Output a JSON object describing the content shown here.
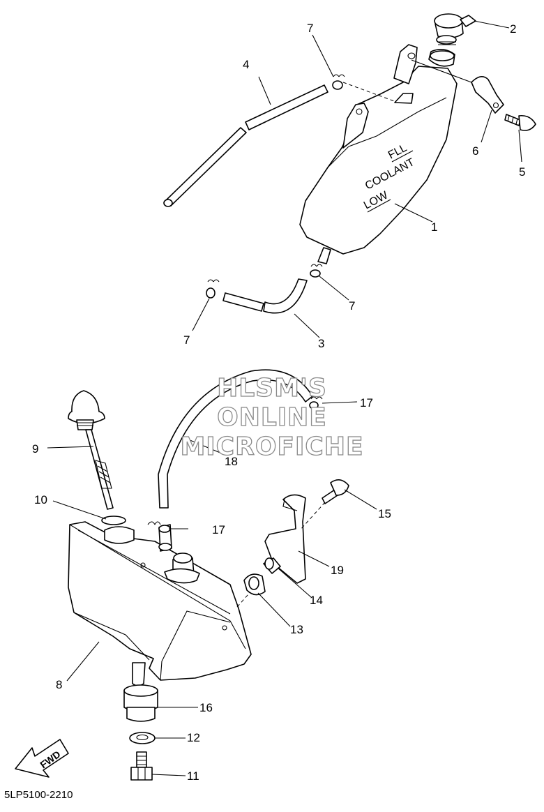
{
  "diagram": {
    "callouts": [
      {
        "id": "c1",
        "label": "1"
      },
      {
        "id": "c2",
        "label": "2"
      },
      {
        "id": "c3",
        "label": "3"
      },
      {
        "id": "c4",
        "label": "4"
      },
      {
        "id": "c5",
        "label": "5"
      },
      {
        "id": "c6",
        "label": "6"
      },
      {
        "id": "c7a",
        "label": "7"
      },
      {
        "id": "c7b",
        "label": "7"
      },
      {
        "id": "c7c",
        "label": "7"
      },
      {
        "id": "c8",
        "label": "8"
      },
      {
        "id": "c9",
        "label": "9"
      },
      {
        "id": "c10",
        "label": "10"
      },
      {
        "id": "c11",
        "label": "11"
      },
      {
        "id": "c12",
        "label": "12"
      },
      {
        "id": "c13",
        "label": "13"
      },
      {
        "id": "c14",
        "label": "14"
      },
      {
        "id": "c15",
        "label": "15"
      },
      {
        "id": "c16",
        "label": "16"
      },
      {
        "id": "c17a",
        "label": "17"
      },
      {
        "id": "c17b",
        "label": "17"
      },
      {
        "id": "c18",
        "label": "18"
      },
      {
        "id": "c19",
        "label": "19"
      }
    ],
    "tank_markings": {
      "full": "FLL",
      "coolant": "COOLANT",
      "low": "LOW"
    },
    "fwd_arrow_label": "FWD",
    "diagram_code": "5LP5100-2210",
    "watermark": {
      "line1": "HLSM'S",
      "line2": "ONLINE",
      "line3": "MICROFICHE"
    }
  }
}
